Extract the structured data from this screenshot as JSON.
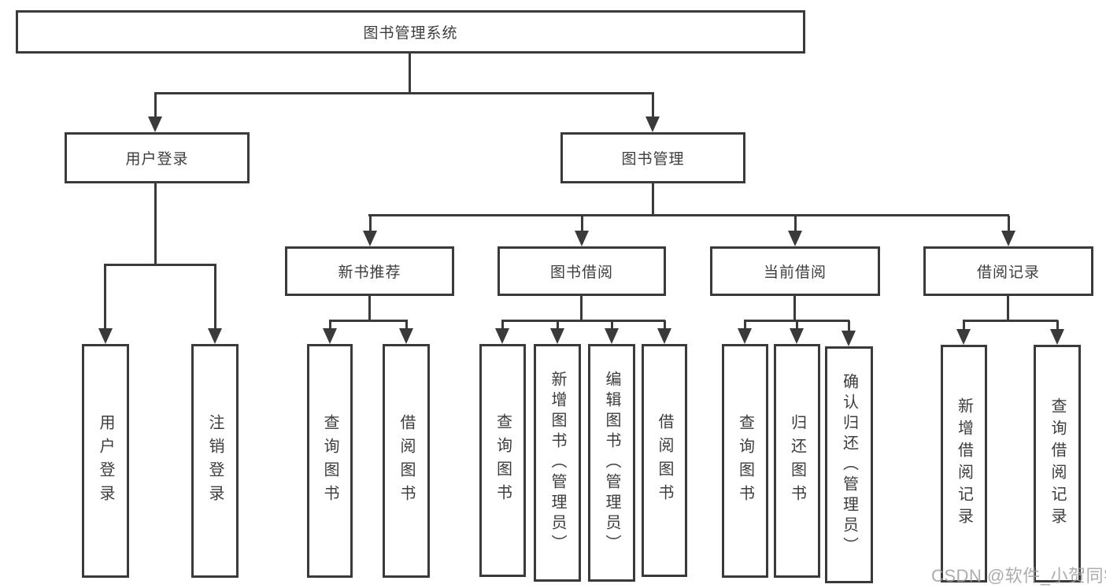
{
  "diagram": {
    "title": "图书管理系统",
    "nodes": {
      "root": "图书管理系统",
      "user_login": "用户登录",
      "book_mgmt": "图书管理",
      "new_book_rec": "新书推荐",
      "book_borrow": "图书借阅",
      "current_borrow": "当前借阅",
      "borrow_records": "借阅记录",
      "ul_user_login": "用户登录",
      "ul_logout": "注销登录",
      "nb_query_book": "查询图书",
      "nb_borrow_book": "借阅图书",
      "bb_query_book": "查询图书",
      "bb_add_book": "新增图书（管理员）",
      "bb_edit_book": "编辑图书（管理员）",
      "bb_borrow_book": "借阅图书",
      "cb_query_book": "查询图书",
      "cb_return_book": "归还图书",
      "cb_confirm_return": "确认归还（管理员）",
      "br_add_record": "新增借阅记录",
      "br_query_record": "查询借阅记录"
    },
    "colors": {
      "line": "#3a3a3a",
      "text": "#3d3d3d",
      "background": "#ffffff",
      "watermark": "#9e9e9e"
    }
  },
  "watermark": {
    "text": "CSDN @软件_小贺同学"
  }
}
